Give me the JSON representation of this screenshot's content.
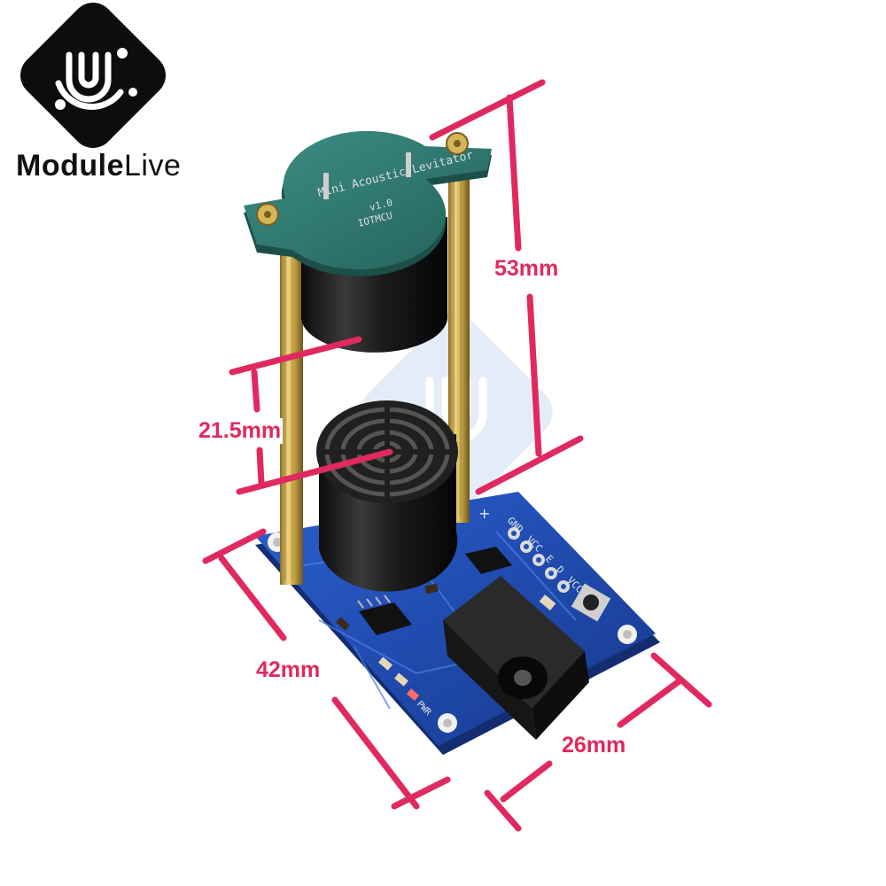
{
  "brand": {
    "name_bold": "Module",
    "name_light": "Live"
  },
  "dimensions": {
    "height": "53mm",
    "gap": "21.5mm",
    "length": "42mm",
    "width": "26mm"
  },
  "top_board_silkscreen": {
    "line1": "Mini Acoustic Levitator",
    "line2": "v1.0",
    "line3": "IOTMCU"
  },
  "pin_header_labels": [
    "GND",
    "VCC",
    "E",
    "D",
    "VCC"
  ],
  "board_markings": {
    "power_led": "PWR",
    "plus": "+"
  },
  "colors": {
    "dimension_line": "#e0295f",
    "pcb_blue": "#1f4fb8",
    "top_pcb": "#2f7d73",
    "brass": "#c8a94a",
    "transducer": "#1a1a1a",
    "watermark": "#cfe0f2"
  }
}
